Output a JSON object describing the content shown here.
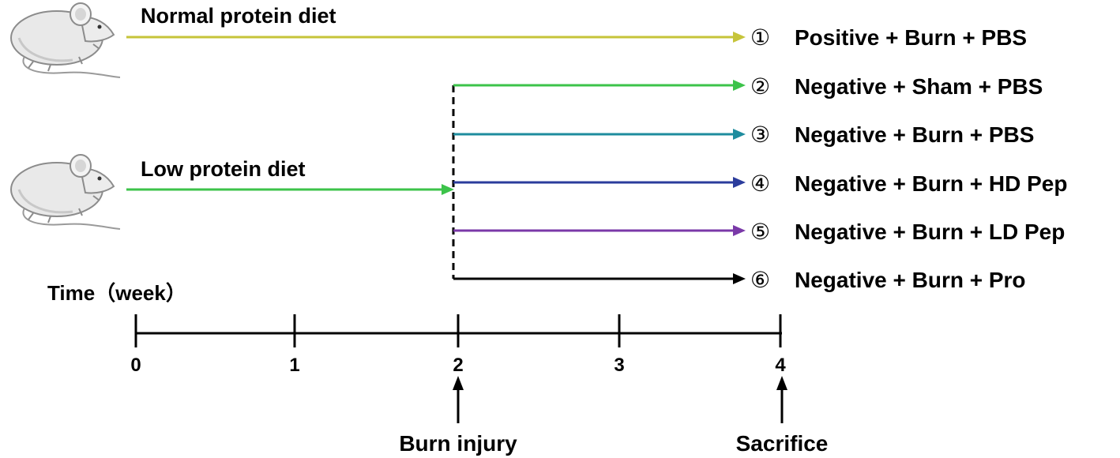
{
  "diets": {
    "normal": "Normal protein diet",
    "low": "Low protein diet"
  },
  "groups": [
    {
      "num": "①",
      "label": "Positive + Burn + PBS",
      "color": "#c6c43a"
    },
    {
      "num": "②",
      "label": "Negative + Sham + PBS",
      "color": "#3cc34a"
    },
    {
      "num": "③",
      "label": "Negative + Burn + PBS",
      "color": "#1e8c9e"
    },
    {
      "num": "④",
      "label": "Negative + Burn + HD Pep",
      "color": "#2b3c9c"
    },
    {
      "num": "⑤",
      "label": "Negative + Burn + LD Pep",
      "color": "#7a39a8"
    },
    {
      "num": "⑥",
      "label": "Negative + Burn + Pro",
      "color": "#000000"
    }
  ],
  "low_diet_color": "#3cc34a",
  "timeline": {
    "title": "Time（week）",
    "ticks": [
      "0",
      "1",
      "2",
      "3",
      "4"
    ]
  },
  "events": {
    "burn": "Burn injury",
    "sacrifice": "Sacrifice"
  },
  "icons": [
    "mouse-icon",
    "mouse-icon"
  ]
}
